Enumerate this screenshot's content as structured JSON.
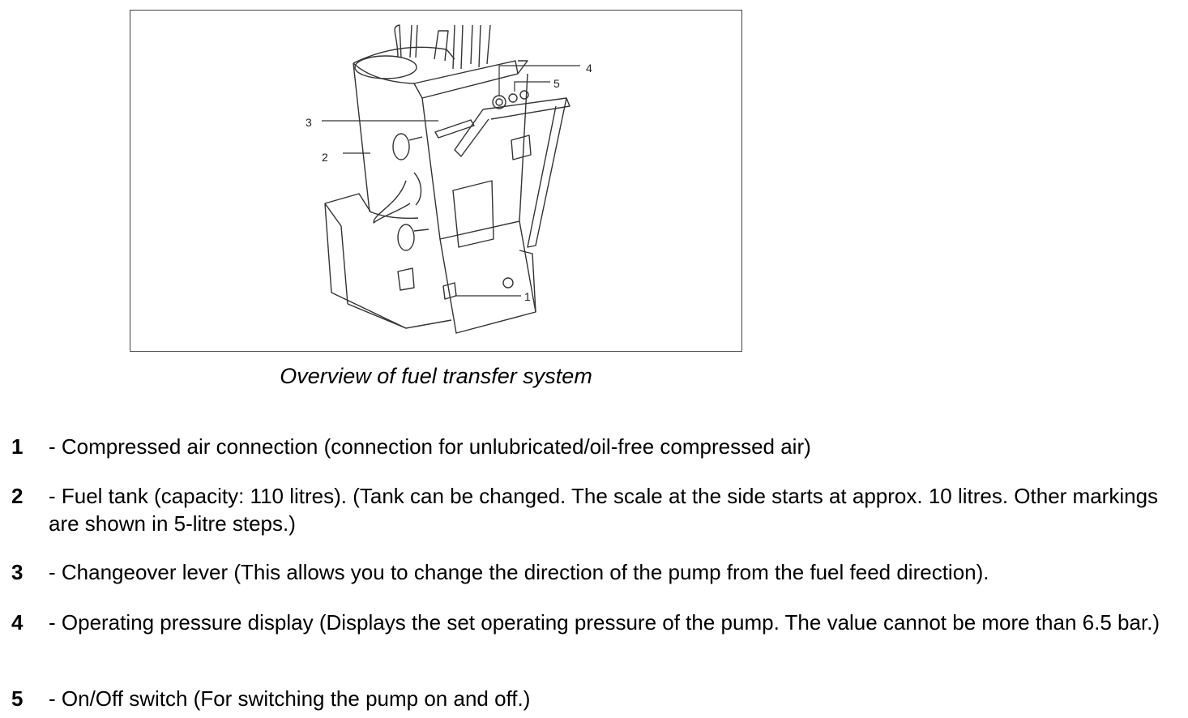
{
  "figure": {
    "callouts": [
      "1",
      "2",
      "3",
      "4",
      "5"
    ],
    "caption": "Overview of fuel transfer system"
  },
  "legend": [
    {
      "number": "1",
      "text": "- Compressed air connection (connection for unlubricated/oil-free compressed air)"
    },
    {
      "number": "2",
      "text": "- Fuel tank (capacity: 110 litres). (Tank can be changed. The scale at the side starts at approx. 10 litres. Other markings are shown in 5-litre steps.)"
    },
    {
      "number": "3",
      "text": "- Changeover lever (This allows you to change the direction of the pump from the fuel feed direction)."
    },
    {
      "number": "4",
      "text": "- Operating pressure display (Displays the set operating pressure of the pump. The value cannot be more than 6.5 bar.)"
    },
    {
      "number": "5",
      "text": "- On/Off switch (For switching the pump on and off.)"
    }
  ]
}
